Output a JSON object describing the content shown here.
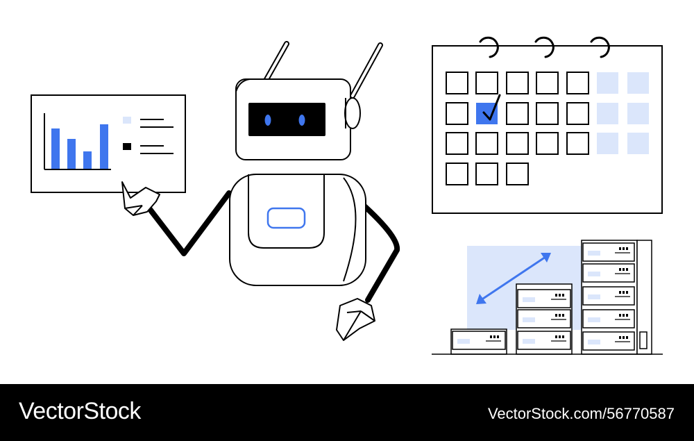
{
  "footer": {
    "brand": "VectorStock",
    "url": "VectorStock.com/56770587"
  },
  "colors": {
    "accent_blue": "#3f76ee",
    "light_blue": "#dbe6fb",
    "stroke": "#000000",
    "footer_bg": "#000000",
    "footer_text": "#ffffff"
  },
  "icons": [
    "robot",
    "chart-board",
    "calendar",
    "checkmark",
    "server-rack",
    "double-arrow"
  ]
}
